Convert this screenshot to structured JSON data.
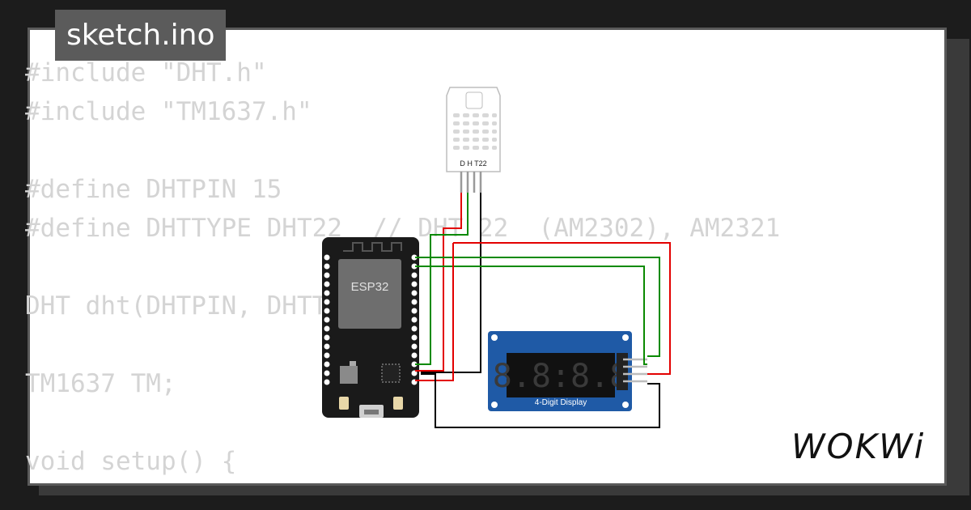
{
  "title": "sketch.ino",
  "code_lines": [
    "#include \"DHT.h\"",
    "#include \"TM1637.h\"",
    "",
    "#define DHTPIN 15",
    "#define DHTTYPE DHT22  // DHT 22  (AM2302), AM2321",
    "",
    "DHT dht(DHTPIN, DHTTYPE);",
    "",
    "TM1637 TM;",
    "",
    "void setup() {"
  ],
  "components": {
    "mcu_label": "ESP32",
    "sensor_label": "D H T22",
    "display_digits": "8.8:8.8",
    "display_label": "4-Digit Display"
  },
  "brand": "WOKWi",
  "colors": {
    "wire_red": "#e30000",
    "wire_green": "#0a8a00",
    "wire_black": "#000000",
    "display_board": "#1f5aa6",
    "mcu_board": "#1a1a1a"
  },
  "icons": [
    "usb-port-icon",
    "chip-icon",
    "wokwi-logo"
  ]
}
